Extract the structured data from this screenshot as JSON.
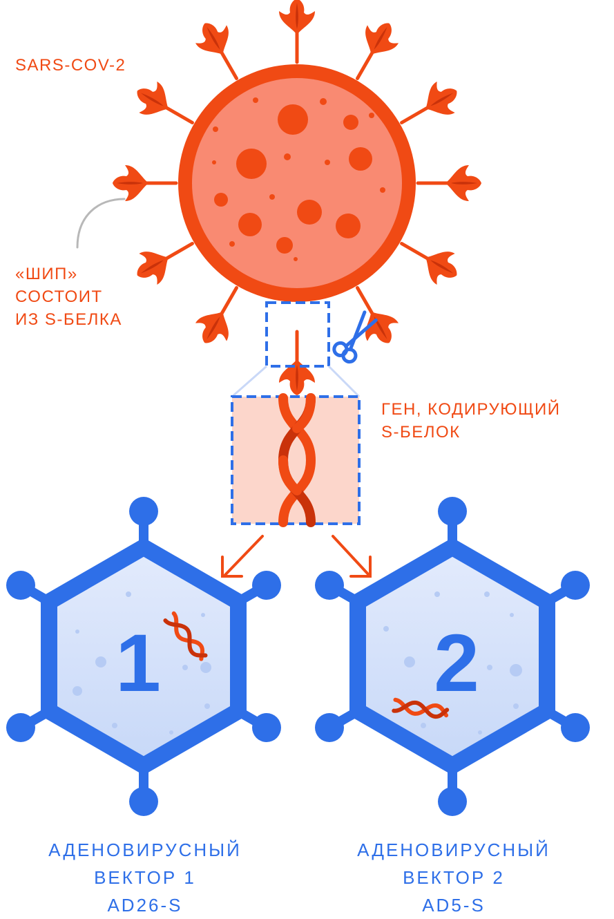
{
  "virus_label": "SARS-COV-2",
  "spike_label": {
    "line1": "«ШИП»",
    "line2": "СОСТОИТ",
    "line3": "ИЗ S-БЕЛКА"
  },
  "gene_label": {
    "line1": "ГЕН, КОДИРУЮЩИЙ",
    "line2": "S-БЕЛОК"
  },
  "vector1": {
    "number": "1",
    "line1": "АДЕНОВИРУСНЫЙ",
    "line2": "ВЕКТОР 1",
    "line3": "AD26-S"
  },
  "vector2": {
    "number": "2",
    "line1": "АДЕНОВИРУСНЫЙ",
    "line2": "ВЕКТОР 2",
    "line3": "AD5-S"
  },
  "colors": {
    "virus_orange": "#f04a14",
    "virus_fill": "#f98a72",
    "gene_bg": "#fcd6cb",
    "vector_blue": "#2e6fe8",
    "vector_fill": "#d7e3fb",
    "pointer_gray": "#b8b8b8"
  }
}
